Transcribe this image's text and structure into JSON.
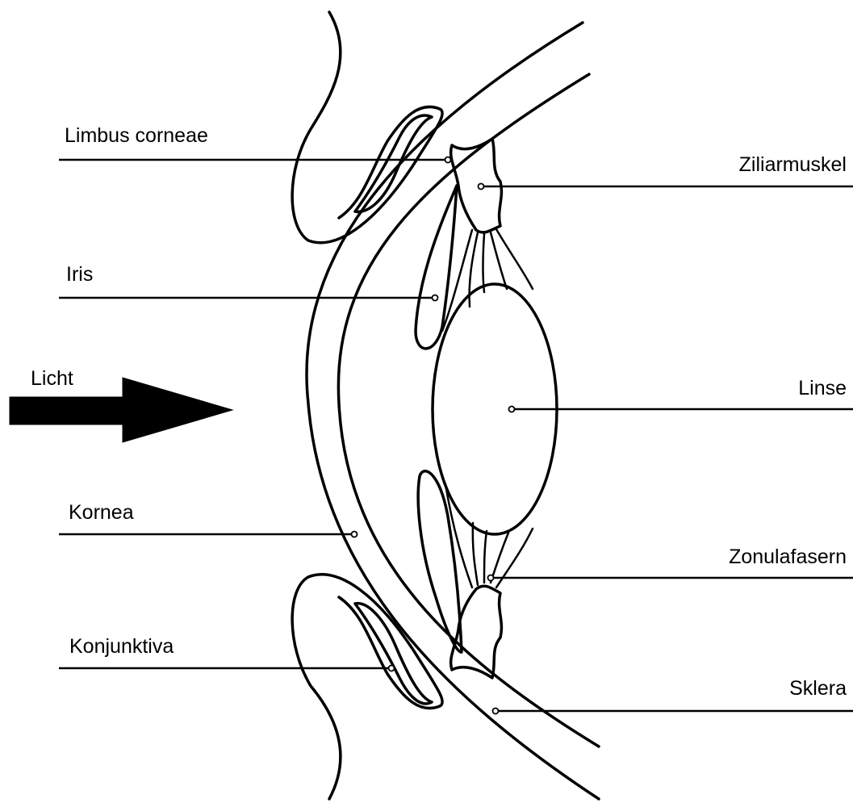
{
  "labels": {
    "limbus_corneae": "Limbus corneae",
    "iris": "Iris",
    "licht": "Licht",
    "kornea": "Kornea",
    "konjunktiva": "Konjunktiva",
    "ziliarmuskel": "Ziliarmuskel",
    "linse": "Linse",
    "zonulafasern": "Zonulafasern",
    "sklera": "Sklera"
  },
  "colors": {
    "line": "#000000",
    "background": "#ffffff"
  }
}
